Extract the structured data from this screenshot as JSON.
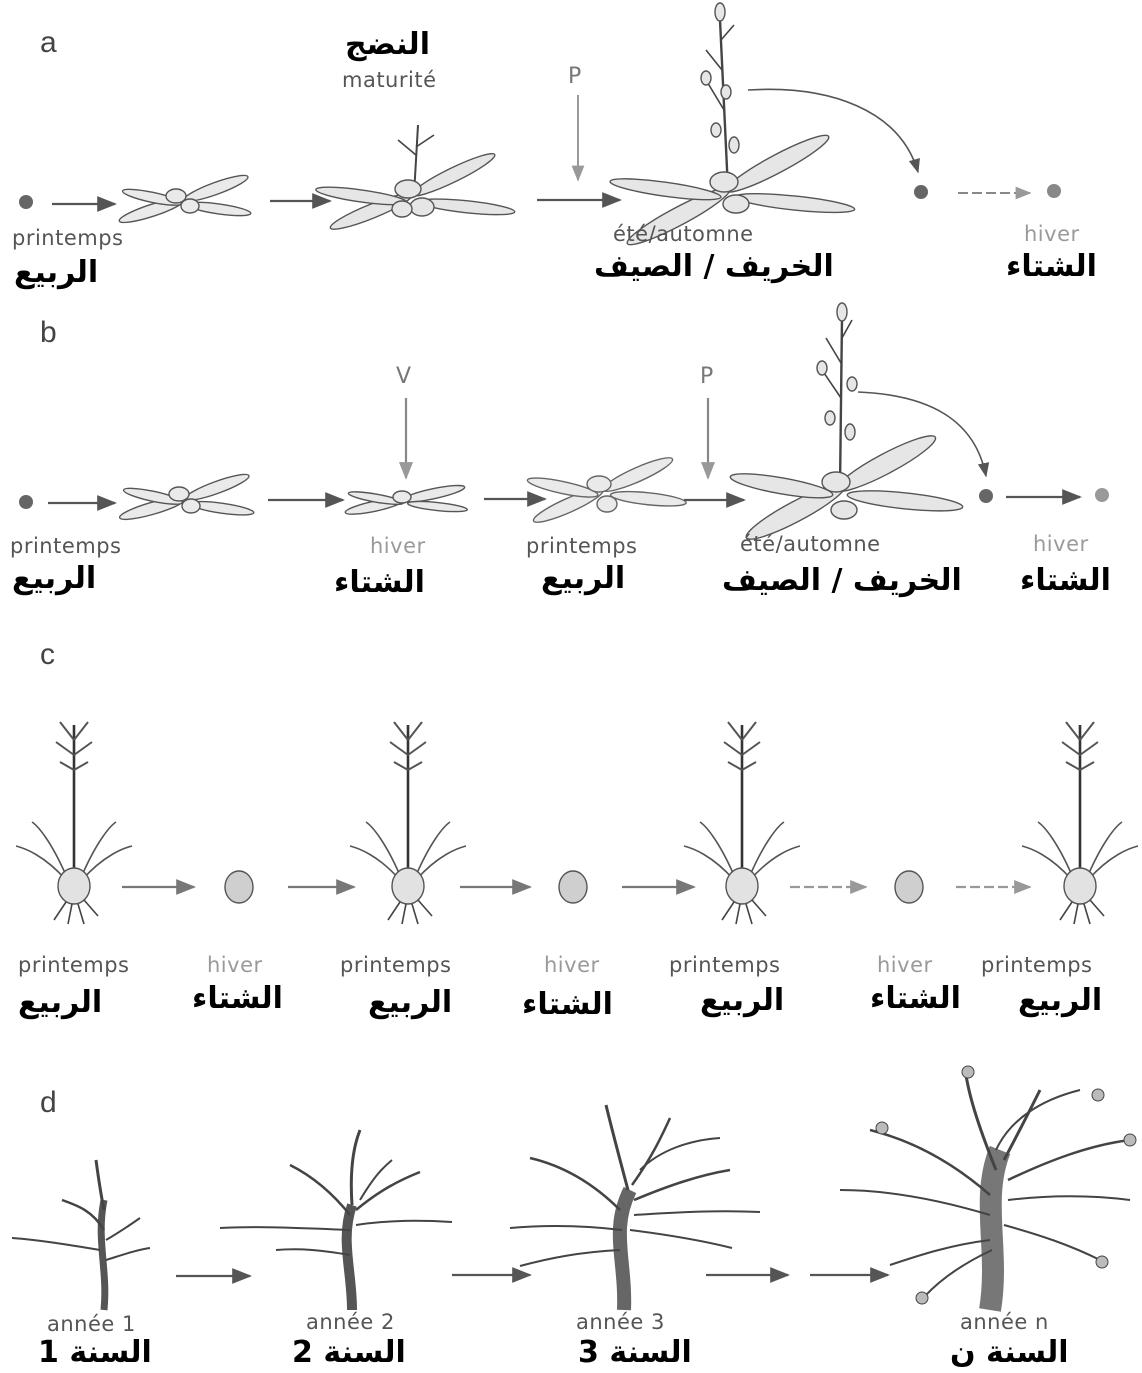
{
  "panels": {
    "a": {
      "label": "a",
      "maturity_ar": "النضج",
      "maturity_fr": "maturité",
      "photoperiod_tag": "P",
      "stages": [
        {
          "fr": "printemps",
          "ar": "الربيع"
        },
        {
          "fr": "été/automne",
          "ar": "الخريف / الصيف"
        },
        {
          "fr": "hiver",
          "ar": "الشتاء"
        }
      ]
    },
    "b": {
      "label": "b",
      "vernalization_tag": "V",
      "photoperiod_tag": "P",
      "stages": [
        {
          "fr": "printemps",
          "ar": "الربيع"
        },
        {
          "fr": "hiver",
          "ar": "الشتاء"
        },
        {
          "fr": "printemps",
          "ar": "الربيع"
        },
        {
          "fr": "été/automne",
          "ar": "الخريف / الصيف"
        },
        {
          "fr": "hiver",
          "ar": "الشتاء"
        }
      ]
    },
    "c": {
      "label": "c",
      "stages": [
        {
          "fr": "printemps",
          "ar": "الربيع"
        },
        {
          "fr": "hiver",
          "ar": "الشتاء"
        },
        {
          "fr": "printemps",
          "ar": "الربيع"
        },
        {
          "fr": "hiver",
          "ar": "الشتاء"
        },
        {
          "fr": "printemps",
          "ar": "الربيع"
        },
        {
          "fr": "hiver",
          "ar": "الشتاء"
        },
        {
          "fr": "printemps",
          "ar": "الربيع"
        }
      ]
    },
    "d": {
      "label": "d",
      "stages": [
        {
          "fr": "année 1",
          "ar": "السنة 1"
        },
        {
          "fr": "année 2",
          "ar": "السنة 2"
        },
        {
          "fr": "année 3",
          "ar": "السنة 3"
        },
        {
          "fr": "année n",
          "ar": "السنة ن"
        }
      ]
    }
  }
}
